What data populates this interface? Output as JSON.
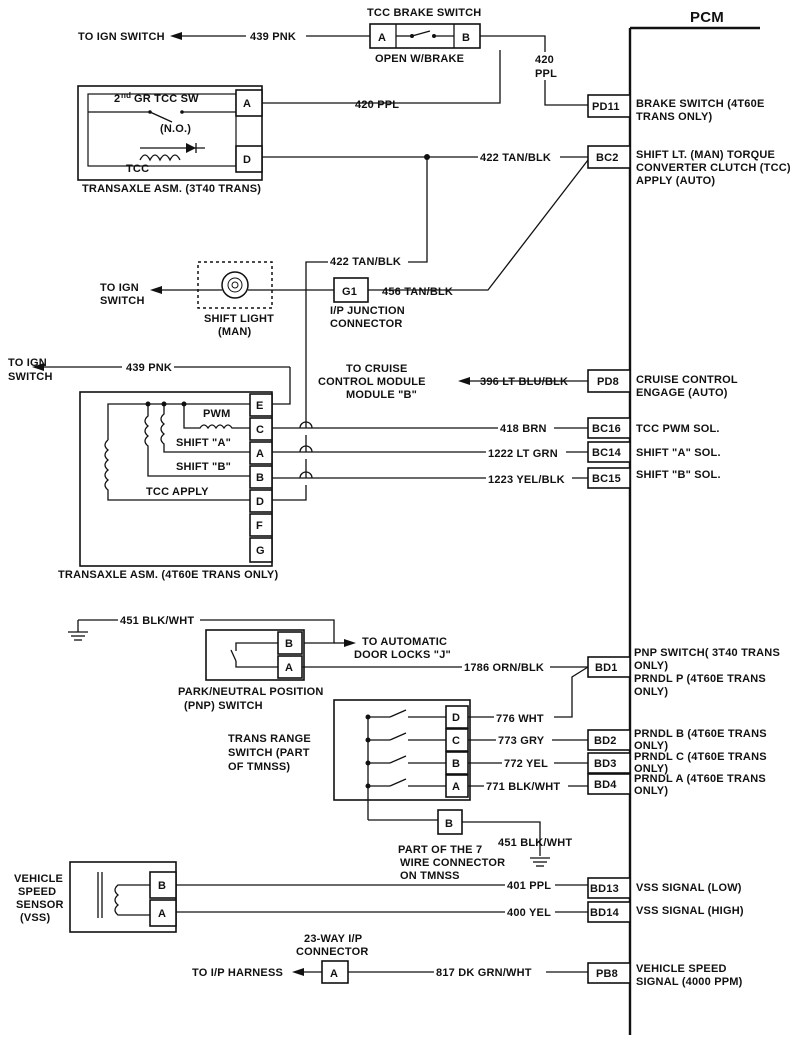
{
  "pcm": {
    "title": "PCM",
    "pins": [
      {
        "id": "PD11",
        "desc": [
          "BRAKE SWITCH (4T60E",
          "TRANS ONLY)"
        ]
      },
      {
        "id": "BC2",
        "desc": [
          "SHIFT LT. (MAN) TORQUE",
          "CONVERTER CLUTCH (TCC)",
          "APPLY (AUTO)"
        ]
      },
      {
        "id": "PD8",
        "desc": [
          "CRUISE CONTROL",
          "ENGAGE (AUTO)"
        ]
      },
      {
        "id": "BC16",
        "desc": [
          "TCC PWM SOL."
        ]
      },
      {
        "id": "BC14",
        "desc": [
          "SHIFT \"A\" SOL."
        ]
      },
      {
        "id": "BC15",
        "desc": [
          "SHIFT \"B\" SOL."
        ]
      },
      {
        "id": "BD1",
        "desc": [
          "PNP SWITCH( 3T40 TRANS",
          "ONLY)",
          "PRNDL P (4T60E TRANS",
          "ONLY)"
        ]
      },
      {
        "id": "BD2",
        "desc": [
          "PRNDL B (4T60E TRANS",
          "ONLY)"
        ]
      },
      {
        "id": "BD3",
        "desc": [
          "PRNDL C (4T60E TRANS",
          "ONLY)"
        ]
      },
      {
        "id": "BD4",
        "desc": [
          "PRNDL A (4T60E TRANS",
          "ONLY)"
        ]
      },
      {
        "id": "BD13",
        "desc": [
          "VSS SIGNAL (LOW)"
        ]
      },
      {
        "id": "BD14",
        "desc": [
          "VSS SIGNAL (HIGH)"
        ]
      },
      {
        "id": "PB8",
        "desc": [
          "VEHICLE SPEED",
          "SIGNAL (4000 PPM)"
        ]
      }
    ]
  },
  "wires": {
    "w439_top": "439 PNK",
    "w420_vert": [
      "420",
      "PPL"
    ],
    "w420": "420 PPL",
    "w422": "422 TAN/BLK",
    "w422_b": "422 TAN/BLK",
    "w456": "456 TAN/BLK",
    "w439_mid": "439 PNK",
    "w396": "396 LT BLU/BLK",
    "w418": "418 BRN",
    "w1222": "1222 LT GRN",
    "w1223": "1223 YEL/BLK",
    "w451_a": "451 BLK/WHT",
    "w1786": "1786 ORN/BLK",
    "w776": "776 WHT",
    "w773": "773  GRY",
    "w772": "772 YEL",
    "w771": "771 BLK/WHT",
    "w451_b": "451 BLK/WHT",
    "w401": "401 PPL",
    "w400": "400 YEL",
    "w817": "817 DK GRN/WHT"
  },
  "labels": {
    "to_ign_1": "TO IGN SWITCH",
    "tcc_brake_switch": "TCC BRAKE SWITCH",
    "open_w_brake": "OPEN W/BRAKE",
    "gr_tcc_sw": "GR TCC SW",
    "gr_tcc_sup": "nd",
    "gr_tcc_num": "2",
    "no": "(N.O.)",
    "tcc": "TCC",
    "transaxle_3t40": "TRANSAXLE ASM. (3T40 TRANS)",
    "to_ign_2": [
      "TO IGN",
      "SWITCH"
    ],
    "shift_light": [
      "SHIFT LIGHT",
      "(MAN)"
    ],
    "ip_junction": [
      "I/P JUNCTION",
      "CONNECTOR"
    ],
    "to_ign_3": [
      "TO IGN",
      "SWITCH"
    ],
    "to_cruise": [
      "TO CRUISE",
      "CONTROL MODULE",
      "MODULE \"B\""
    ],
    "pwm": "PWM",
    "shift_a": "SHIFT \"A\"",
    "shift_b": "SHIFT \"B\"",
    "tcc_apply": "TCC APPLY",
    "transaxle_4t60e": "TRANSAXLE ASM. (4T60E TRANS ONLY)",
    "to_door_locks": [
      "TO  AUTOMATIC",
      "DOOR LOCKS \"J\""
    ],
    "pnp_switch": [
      "PARK/NEUTRAL POSITION",
      "(PNP) SWITCH"
    ],
    "trans_range": [
      "TRANS RANGE",
      "SWITCH (PART",
      "OF TMNSS)"
    ],
    "part_of_7": [
      "PART OF THE 7",
      "WIRE CONNECTOR",
      "ON TMNSS"
    ],
    "vss": [
      "VEHICLE",
      "SPEED",
      "SENSOR",
      "(VSS)"
    ],
    "ip_23way": [
      "23-WAY I/P",
      "CONNECTOR"
    ],
    "to_ip_harness": "TO I/P HARNESS"
  },
  "connector_pins": {
    "A": "A",
    "B": "B",
    "C": "C",
    "D": "D",
    "E": "E",
    "F": "F",
    "G": "G",
    "G1": "G1"
  }
}
